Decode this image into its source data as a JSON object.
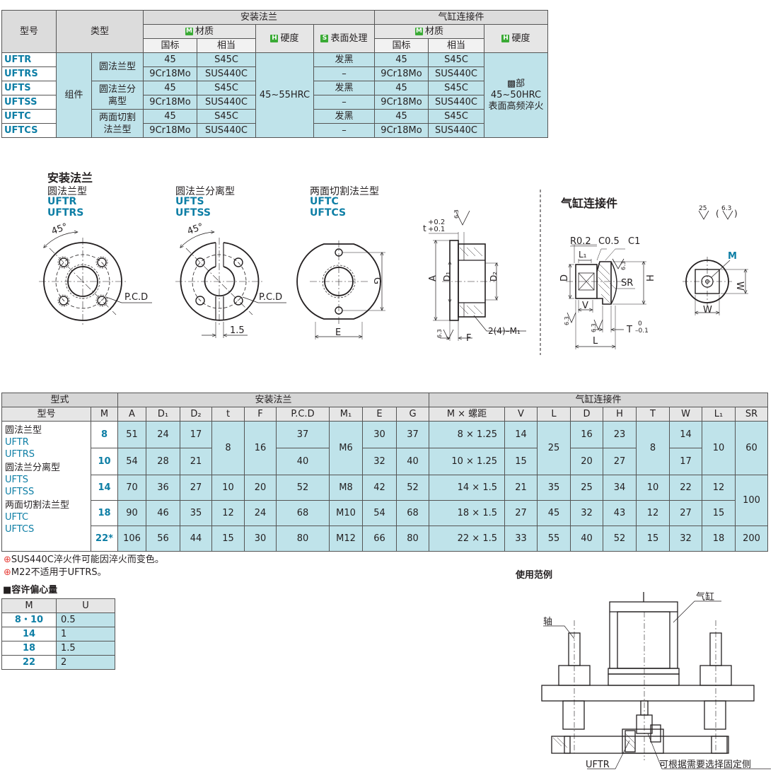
{
  "material_table": {
    "header": {
      "model": "型号",
      "type": "类型",
      "flange": "安装法兰",
      "cylinder": "气缸连接件",
      "material": "材质",
      "hardness": "硬度",
      "surface": "表面处理",
      "std": "国标",
      "equiv": "相当",
      "badge_m": "M",
      "badge_h": "H",
      "badge_s": "S"
    },
    "assembly": "组件",
    "type_round": "圆法兰型",
    "type_split": "圆法兰分离型",
    "type_cut": "两面切割法兰型",
    "flange_hardness": "45~55HRC",
    "cyl_hardness_1": "▩部",
    "cyl_hardness_2": "45~50HRC",
    "cyl_hardness_3": "表面高频淬火",
    "rows": [
      {
        "code": "UFTR",
        "std": "45",
        "equiv": "S45C",
        "surface": "发黑",
        "cstd": "45",
        "cequiv": "S45C"
      },
      {
        "code": "UFTRS",
        "std": "9Cr18Mo",
        "equiv": "SUS440C",
        "surface": "–",
        "cstd": "9Cr18Mo",
        "cequiv": "SUS440C"
      },
      {
        "code": "UFTS",
        "std": "45",
        "equiv": "S45C",
        "surface": "发黑",
        "cstd": "45",
        "cequiv": "S45C"
      },
      {
        "code": "UFTSS",
        "std": "9Cr18Mo",
        "equiv": "SUS440C",
        "surface": "–",
        "cstd": "9Cr18Mo",
        "cequiv": "SUS440C"
      },
      {
        "code": "UFTC",
        "std": "45",
        "equiv": "S45C",
        "surface": "发黑",
        "cstd": "45",
        "cequiv": "S45C"
      },
      {
        "code": "UFTCS",
        "std": "9Cr18Mo",
        "equiv": "SUS440C",
        "surface": "–",
        "cstd": "9Cr18Mo",
        "cequiv": "SUS440C"
      }
    ]
  },
  "drawings": {
    "flange_title": "安装法兰",
    "round_title": "圆法兰型",
    "round_codes": [
      "UFTR",
      "UFTRS"
    ],
    "split_title": "圆法兰分离型",
    "split_codes": [
      "UFTS",
      "UFTSS"
    ],
    "cut_title": "两面切割法兰型",
    "cut_codes": [
      "UFTC",
      "UFTCS"
    ],
    "cylinder_title": "气缸连接件",
    "angle": "45°",
    "pcd": "P.C.D",
    "gap": "1.5",
    "e": "E",
    "g": "G",
    "a": "A",
    "d1": "D₁",
    "d2": "D₂",
    "f": "F",
    "t_tol": "t+0.2 +0.1",
    "tol_up": "+0.2",
    "tol_lo": "+0.1",
    "t": "t",
    "holes": "2(4)–M₁",
    "rough_63": "6.3",
    "r02": "R0.2",
    "c05": "C0.5",
    "c1": "C1",
    "l1": "L₁",
    "d": "D",
    "sr": "SR",
    "h": "H",
    "v": "V",
    "l": "L",
    "tt": "T",
    "t_up": "0",
    "t_lo": "–0.1",
    "m": "M",
    "w": "W",
    "rough_25": "25",
    "rough_63b": "6.3"
  },
  "dim_table": {
    "header_type": "型式",
    "header_model": "型号",
    "header_m": "M",
    "flange": "安装法兰",
    "cylinder": "气缸连接件",
    "cols": [
      "A",
      "D₁",
      "D₂",
      "t",
      "F",
      "P.C.D",
      "M₁",
      "E",
      "G",
      "M × 螺距",
      "V",
      "L",
      "D",
      "H",
      "T",
      "W",
      "L₁",
      "SR"
    ],
    "labels": {
      "round": "圆法兰型",
      "round_codes": [
        "UFTR",
        "UFTRS"
      ],
      "split": "圆法兰分离型",
      "split_codes": [
        "UFTS",
        "UFTSS"
      ],
      "cut": "两面切割法兰型",
      "cut_codes": [
        "UFTC",
        "UFTCS"
      ]
    },
    "rows": [
      {
        "m": "8",
        "A": "51",
        "D1": "24",
        "D2": "17",
        "PCD": "37",
        "E": "30",
        "G": "37",
        "MP": "8 × 1.25",
        "V": "14",
        "D": "16",
        "H": "23",
        "W": "14"
      },
      {
        "m": "10",
        "A": "54",
        "D1": "28",
        "D2": "21",
        "PCD": "40",
        "E": "32",
        "G": "40",
        "MP": "10 × 1.25",
        "V": "15",
        "D": "20",
        "H": "27",
        "W": "17"
      },
      {
        "m": "14",
        "A": "70",
        "D1": "36",
        "D2": "27",
        "t": "10",
        "F": "20",
        "PCD": "52",
        "M1": "M8",
        "E": "42",
        "G": "52",
        "MP": "14 × 1.5",
        "V": "21",
        "L": "35",
        "D": "25",
        "H": "34",
        "T": "10",
        "W": "22",
        "L1": "12"
      },
      {
        "m": "18",
        "A": "90",
        "D1": "46",
        "D2": "35",
        "t": "12",
        "F": "24",
        "PCD": "68",
        "M1": "M10",
        "E": "54",
        "G": "68",
        "MP": "18 × 1.5",
        "V": "27",
        "L": "45",
        "D": "32",
        "H": "43",
        "T": "12",
        "W": "27",
        "L1": "15"
      },
      {
        "m": "22*",
        "A": "106",
        "D1": "56",
        "D2": "44",
        "t": "15",
        "F": "30",
        "PCD": "80",
        "M1": "M12",
        "E": "66",
        "G": "80",
        "MP": "22 × 1.5",
        "V": "33",
        "L": "55",
        "D": "40",
        "H": "52",
        "T": "15",
        "W": "32",
        "L1": "18",
        "SR": "200"
      }
    ],
    "merged": {
      "t_a": "8",
      "F_a": "16",
      "M1_a": "M6",
      "L_a": "25",
      "T_a": "8",
      "L1_a": "10",
      "SR_a": "60",
      "SR_b": "100"
    }
  },
  "notes": [
    "SUS440C淬火件可能因淬火而变色。",
    "M22不适用于UFTRS。"
  ],
  "tolerance": {
    "title": "■容许偏心量",
    "head_m": "M",
    "head_u": "U",
    "rows": [
      {
        "m": "8・10",
        "u": "0.5"
      },
      {
        "m": "14",
        "u": "1"
      },
      {
        "m": "18",
        "u": "1.5"
      },
      {
        "m": "22",
        "u": "2"
      }
    ]
  },
  "example": {
    "title": "使用范例",
    "cylinder": "气缸",
    "shaft": "轴",
    "uftr": "UFTR",
    "note": "可根据需要选择固定侧"
  }
}
